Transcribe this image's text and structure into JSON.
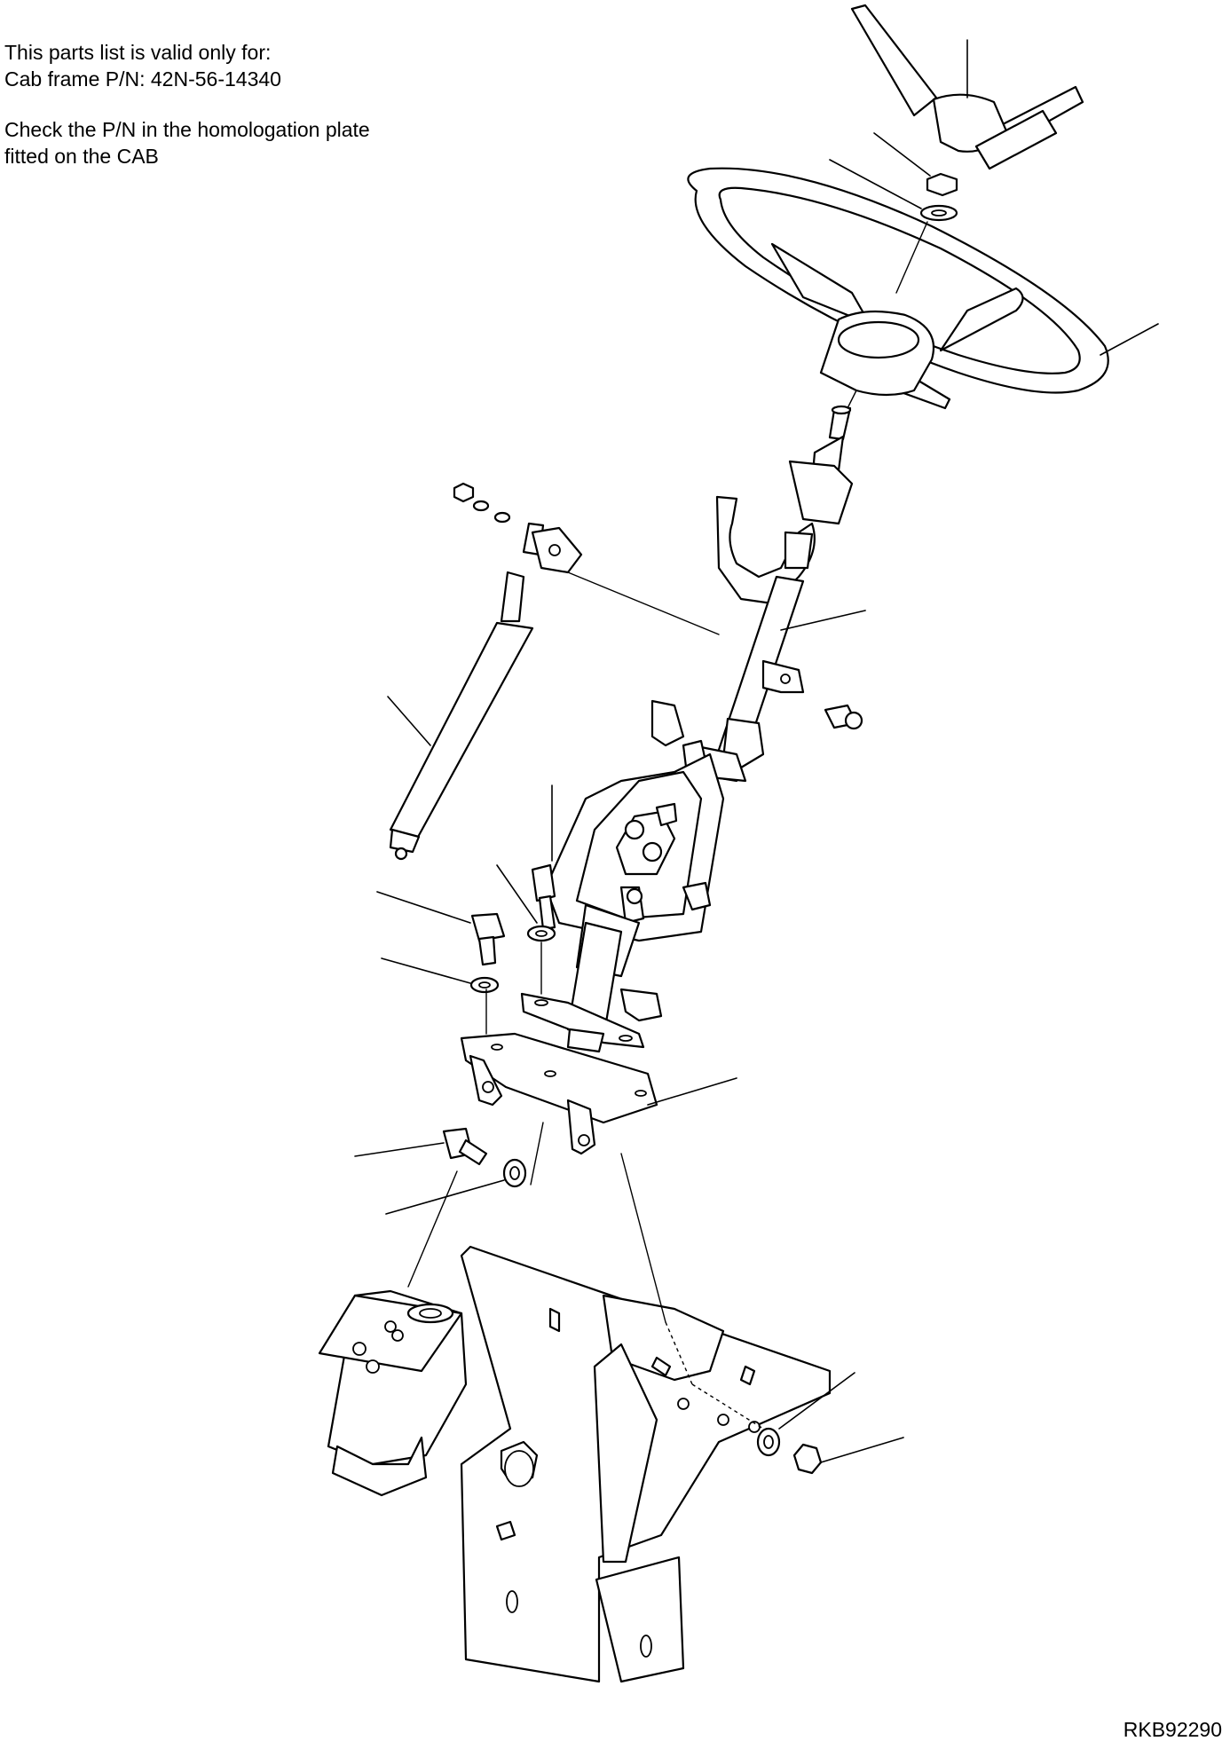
{
  "validity_note": {
    "line1": "This parts list is valid only for:",
    "line2": "Cab frame P/N: 42N-56-14340",
    "line3": "Check the P/N in the homologation plate",
    "line4": "fitted on the CAB"
  },
  "drawing_code": "RKB92290"
}
